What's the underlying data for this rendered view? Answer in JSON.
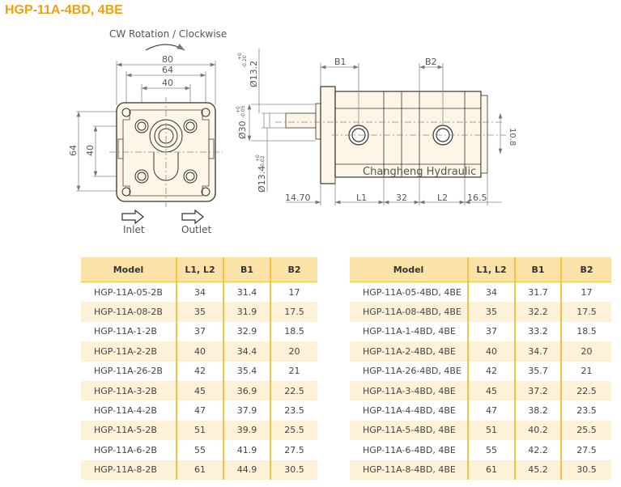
{
  "title": "HGP-11A-4BD, 4BE",
  "drawing": {
    "rotation_label": "CW Rotation / Clockwise",
    "front_dims": {
      "width_outer": "80",
      "width_mid": "64",
      "width_inner": "40",
      "height_outer": "64",
      "height_inner": "40"
    },
    "inlet_label": "Inlet",
    "outlet_label": "Outlet",
    "side_dims": {
      "b1": "B1",
      "b2": "B2",
      "l1": "L1",
      "l2": "L2",
      "gap": "32",
      "shaft_len": "14.70",
      "rear": "16.5",
      "port_offset": "10.8",
      "dia_shaft": "Ø13.2",
      "dia_shaft_tol_up": "+0",
      "dia_shaft_tol_lo": "-0.20",
      "dia_pilot": "Ø30",
      "dia_pilot_tol_up": "+0",
      "dia_pilot_tol_lo": "-0.05",
      "dia_key": "Ø13.4",
      "dia_key_tol_up": "+0",
      "dia_key_tol_lo": "-0.02"
    },
    "brand": "Changheng Hydraulic"
  },
  "tables": [
    {
      "headers": [
        "Model",
        "L1, L2",
        "B1",
        "B2"
      ],
      "rows": [
        [
          "HGP-11A-05-2B",
          "34",
          "31.4",
          "17"
        ],
        [
          "HGP-11A-08-2B",
          "35",
          "31.9",
          "17.5"
        ],
        [
          "HGP-11A-1-2B",
          "37",
          "32.9",
          "18.5"
        ],
        [
          "HGP-11A-2-2B",
          "40",
          "34.4",
          "20"
        ],
        [
          "HGP-11A-26-2B",
          "42",
          "35.4",
          "21"
        ],
        [
          "HGP-11A-3-2B",
          "45",
          "36.9",
          "22.5"
        ],
        [
          "HGP-11A-4-2B",
          "47",
          "37.9",
          "23.5"
        ],
        [
          "HGP-11A-5-2B",
          "51",
          "39.9",
          "25.5"
        ],
        [
          "HGP-11A-6-2B",
          "55",
          "41.9",
          "27.5"
        ],
        [
          "HGP-11A-8-2B",
          "61",
          "44.9",
          "30.5"
        ]
      ]
    },
    {
      "headers": [
        "Model",
        "L1, L2",
        "B1",
        "B2"
      ],
      "rows": [
        [
          "HGP-11A-05-4BD, 4BE",
          "34",
          "31.7",
          "17"
        ],
        [
          "HGP-11A-08-4BD, 4BE",
          "35",
          "32.2",
          "17.5"
        ],
        [
          "HGP-11A-1-4BD, 4BE",
          "37",
          "33.2",
          "18.5"
        ],
        [
          "HGP-11A-2-4BD, 4BE",
          "40",
          "34.7",
          "20"
        ],
        [
          "HGP-11A-26-4BD, 4BE",
          "42",
          "35.7",
          "21"
        ],
        [
          "HGP-11A-3-4BD, 4BE",
          "45",
          "37.2",
          "22.5"
        ],
        [
          "HGP-11A-4-4BD, 4BE",
          "47",
          "38.2",
          "23.5"
        ],
        [
          "HGP-11A-5-4BD, 4BE",
          "51",
          "40.2",
          "25.5"
        ],
        [
          "HGP-11A-6-4BD, 4BE",
          "55",
          "42.2",
          "27.5"
        ],
        [
          "HGP-11A-8-4BD, 4BE",
          "61",
          "45.2",
          "30.5"
        ]
      ]
    }
  ]
}
